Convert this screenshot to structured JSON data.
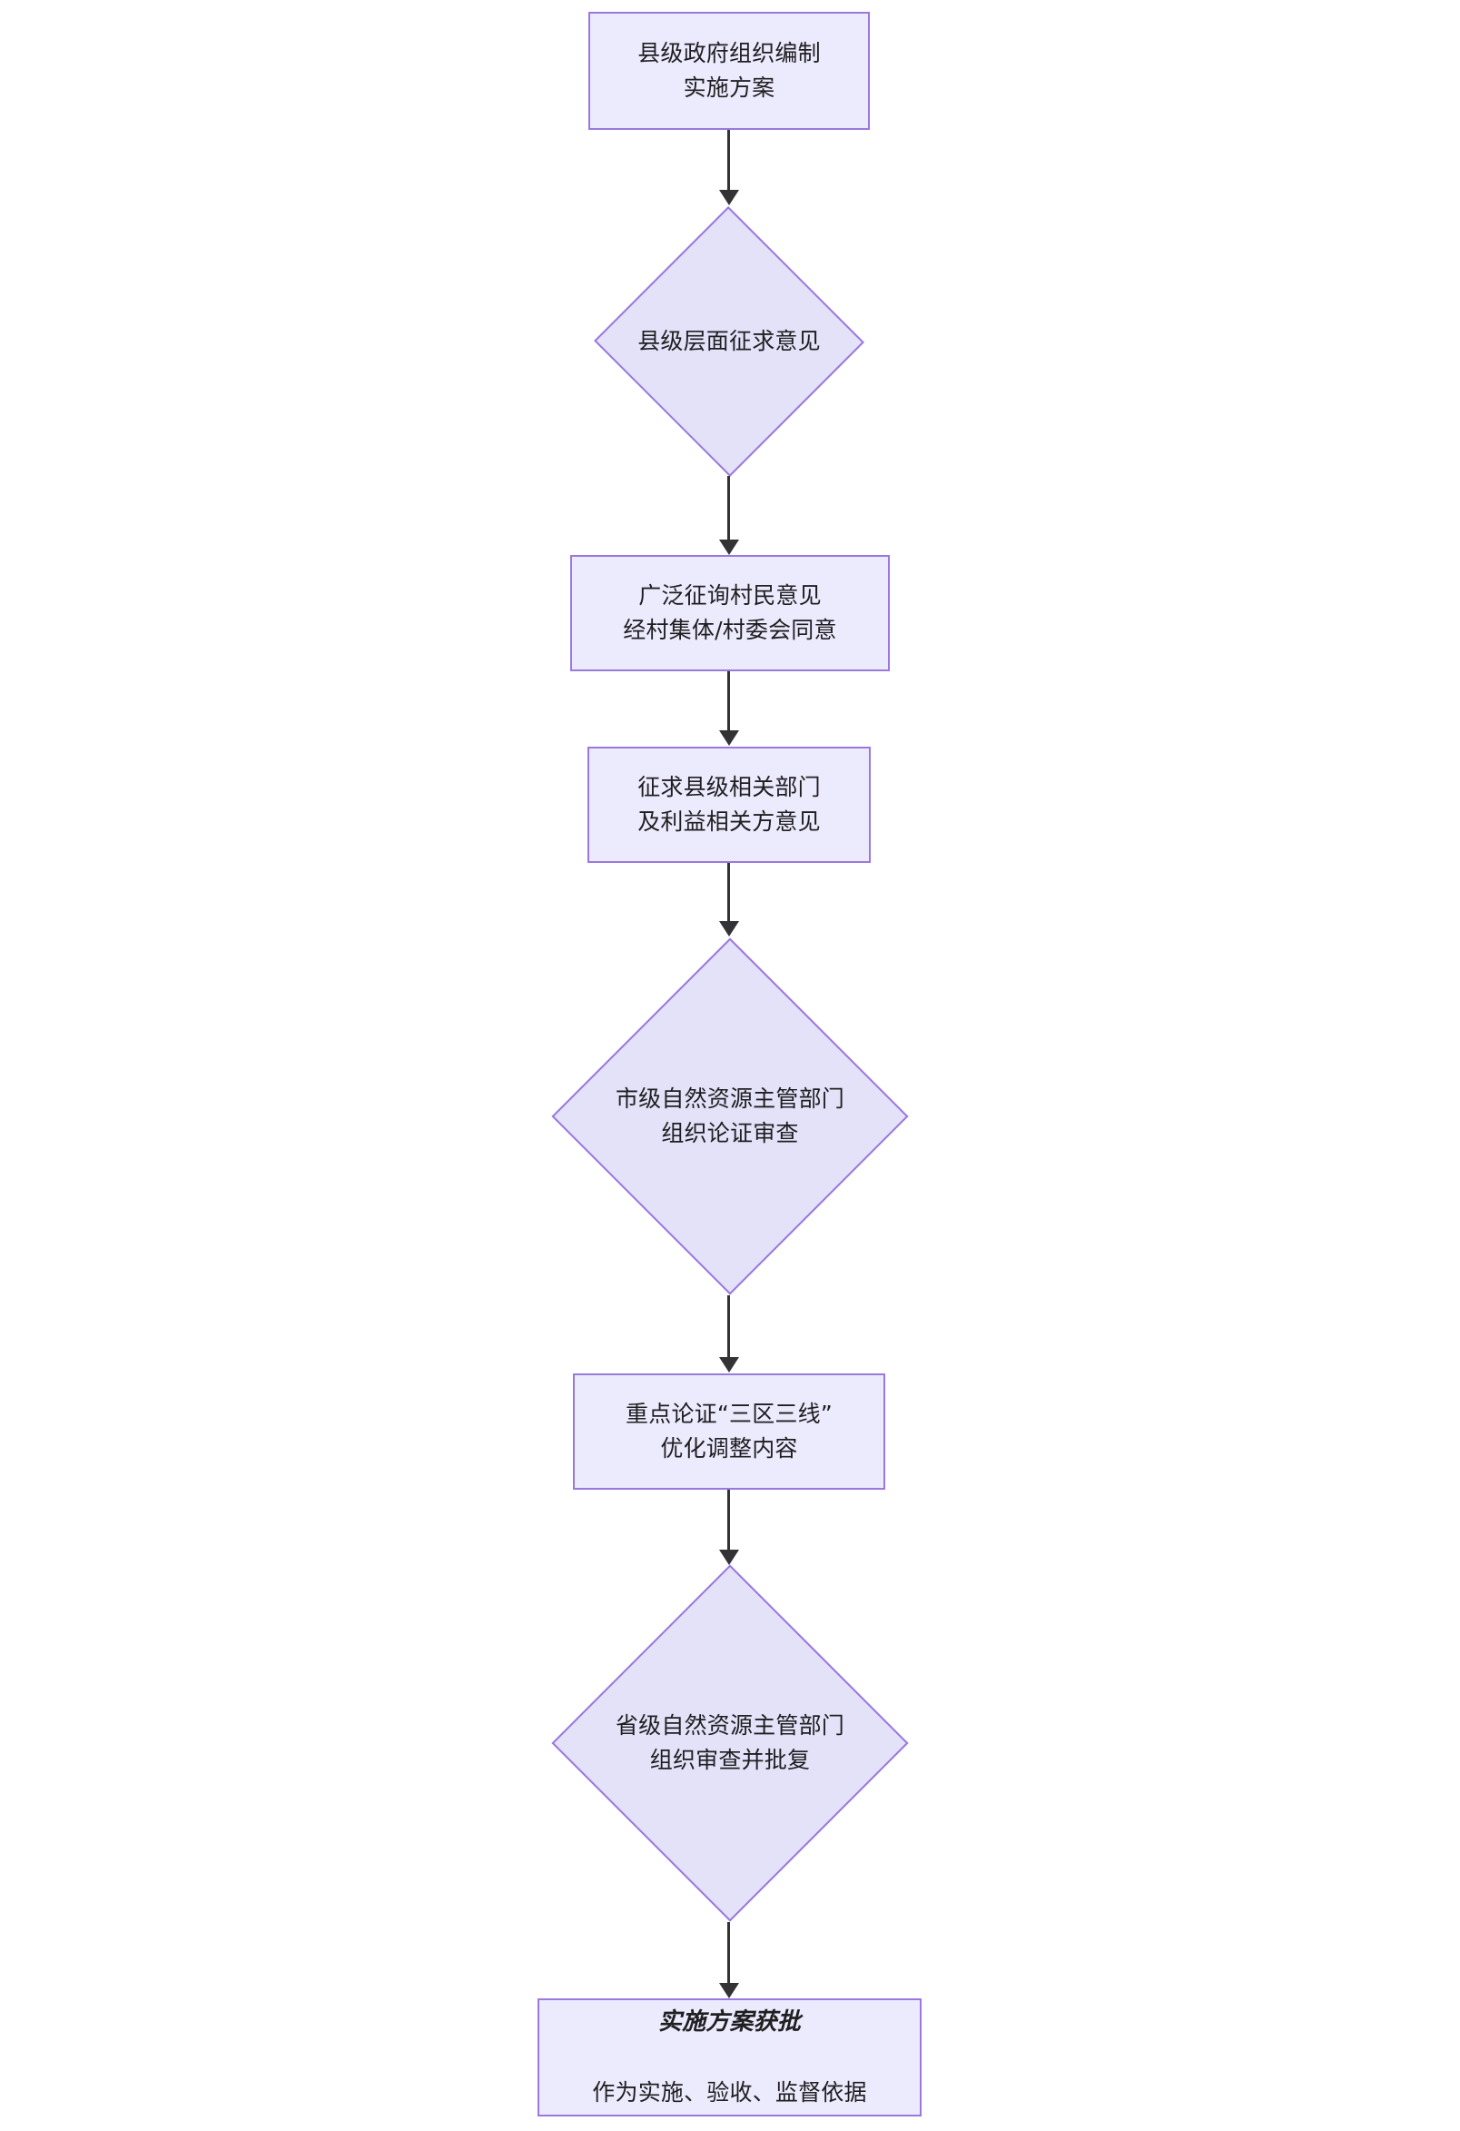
{
  "diagram": {
    "type": "flowchart",
    "orientation": "top-to-bottom",
    "title": "",
    "palette": {
      "rect_fill": "#ECEAFD",
      "diamond_fill": "#E3E2F9",
      "node_border": "#9A78DE",
      "edge_color": "#333336",
      "text_color": "#1f1f21",
      "background": "#ffffff"
    },
    "nodes": [
      {
        "id": "n1",
        "shape": "rectangle",
        "lines": [
          "县级政府组织编制",
          "实施方案"
        ],
        "text": "县级政府组织编制\n实施方案"
      },
      {
        "id": "n2",
        "shape": "diamond",
        "lines": [
          "县级层面征求意见"
        ],
        "text": "县级层面征求意见"
      },
      {
        "id": "n3",
        "shape": "rectangle",
        "lines": [
          "广泛征询村民意见",
          "经村集体/村委会同意"
        ],
        "text": "广泛征询村民意见\n经村集体/村委会同意"
      },
      {
        "id": "n4",
        "shape": "rectangle",
        "lines": [
          "征求县级相关部门",
          "及利益相关方意见"
        ],
        "text": "征求县级相关部门\n及利益相关方意见"
      },
      {
        "id": "n5",
        "shape": "diamond",
        "lines": [
          "市级自然资源主管部门",
          "组织论证审查"
        ],
        "text": "市级自然资源主管部门\n组织论证审查"
      },
      {
        "id": "n6",
        "shape": "rectangle",
        "lines": [
          "重点论证“三区三线”",
          "优化调整内容"
        ],
        "text": "重点论证“三区三线”\n优化调整内容"
      },
      {
        "id": "n7",
        "shape": "diamond",
        "lines": [
          "省级自然资源主管部门",
          "组织审查并批复"
        ],
        "text": "省级自然资源主管部门\n组织审查并批复"
      },
      {
        "id": "n8",
        "shape": "rectangle",
        "emphasis": "terminal",
        "heading": "实施方案获批",
        "subtext": "作为实施、验收、监督依据",
        "text": "实施方案获批\n作为实施、验收、监督依据"
      }
    ],
    "edges": [
      {
        "from": "n1",
        "to": "n2",
        "label": "",
        "arrow": "down"
      },
      {
        "from": "n2",
        "to": "n3",
        "label": "",
        "arrow": "down"
      },
      {
        "from": "n3",
        "to": "n4",
        "label": "",
        "arrow": "down"
      },
      {
        "from": "n4",
        "to": "n5",
        "label": "",
        "arrow": "down"
      },
      {
        "from": "n5",
        "to": "n6",
        "label": "",
        "arrow": "down"
      },
      {
        "from": "n6",
        "to": "n7",
        "label": "",
        "arrow": "down"
      },
      {
        "from": "n7",
        "to": "n8",
        "label": "",
        "arrow": "down"
      }
    ]
  }
}
